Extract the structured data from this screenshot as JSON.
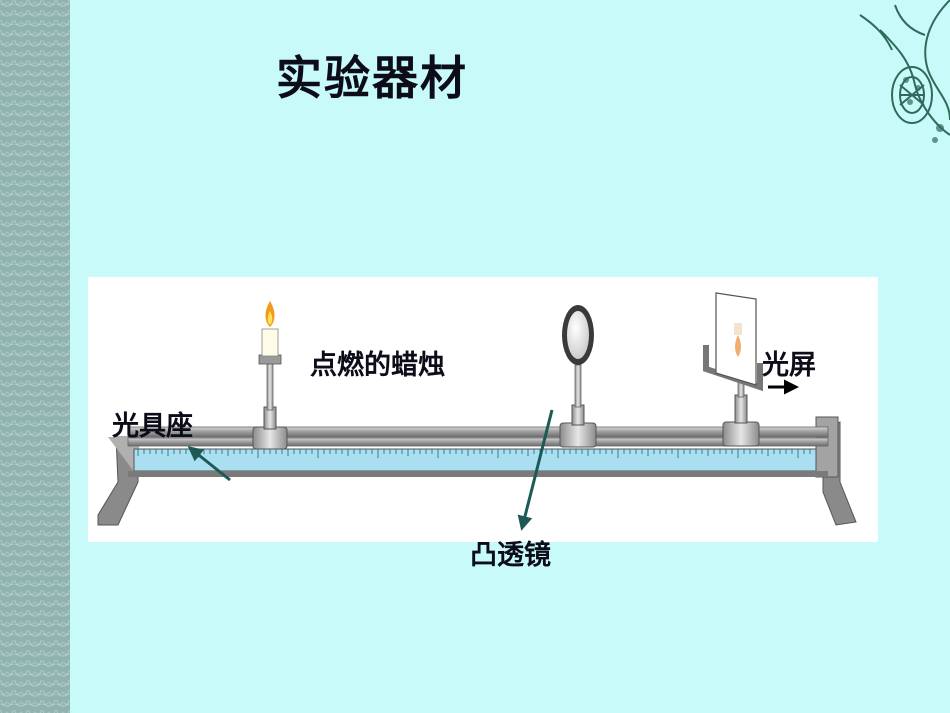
{
  "slide": {
    "title": "实验器材",
    "colors": {
      "background": "#c8fafa",
      "strip": "#8fb3ae",
      "ornament": "#2f6b5c",
      "text": "#0d0d1a",
      "pointer_arrow": "#1d5a55"
    }
  },
  "diagram": {
    "labels": {
      "candle": "点燃的蜡烛",
      "bench": "光具座",
      "screen": "光屏",
      "lens": "凸透镜"
    },
    "icons": [
      "candle-icon",
      "convex-lens-icon",
      "light-screen-icon",
      "optical-bench-icon"
    ]
  }
}
